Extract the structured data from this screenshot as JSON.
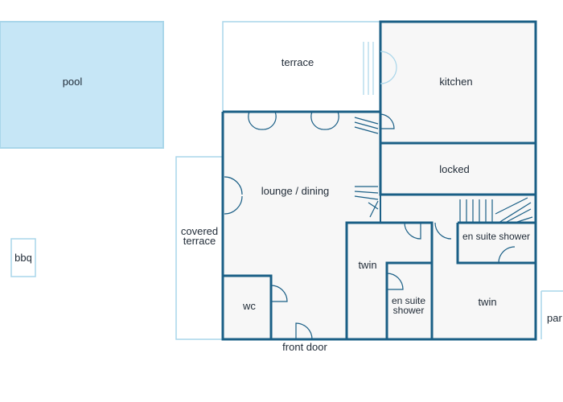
{
  "colors": {
    "wall": "#1a5f86",
    "outline_light": "#a9d6ea",
    "pool_fill": "#c6e6f6",
    "floor_fill": "#f7f7f7",
    "text": "#1f2a36"
  },
  "labels": {
    "pool": "pool",
    "terrace": "terrace",
    "kitchen": "kitchen",
    "locked": "locked",
    "lounge_dining": "lounge / dining",
    "covered_terrace_line1": "covered",
    "covered_terrace_line2": "terrace",
    "bbq": "bbq",
    "en_suite_shower_right": "en suite shower",
    "en_suite_shower_center_line1": "en suite",
    "en_suite_shower_center_line2": "shower",
    "twin_left": "twin",
    "twin_right": "twin",
    "wc": "wc",
    "front_door": "front door",
    "parking_partial": "par"
  }
}
